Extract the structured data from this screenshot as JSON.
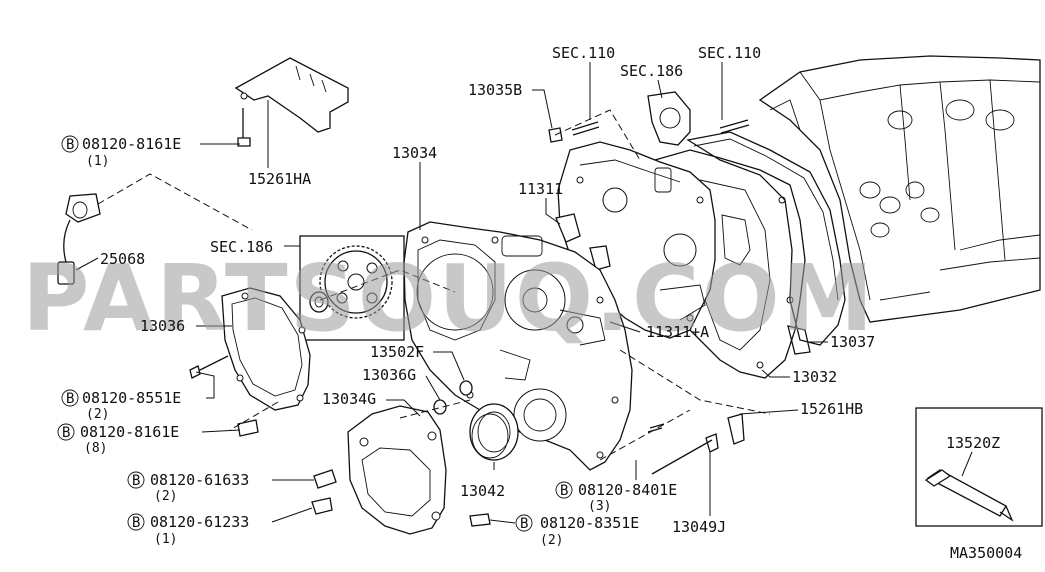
{
  "watermark": "PARTSOUQ.COM",
  "figure_code": "MA350004",
  "labels": {
    "sec110_a": "SEC.110",
    "sec186_a": "SEC.186",
    "sec110_b": "SEC.110",
    "p13035B": "13035B",
    "p13034": "13034",
    "p11311": "11311",
    "p11311A": "11311+A",
    "p15261HA": "15261HA",
    "p25068": "25068",
    "sec186_b": "SEC.186",
    "p13036": "13036",
    "p13502F": "13502F",
    "p13036G": "13036G",
    "p13034G": "13034G",
    "p13037": "13037",
    "p13032": "13032",
    "p15261HB": "15261HB",
    "p13042": "13042",
    "p13049J": "13049J",
    "p13520Z": "13520Z"
  },
  "bolts": [
    {
      "code": "B",
      "part": "08120-8161E",
      "qty": "(1)"
    },
    {
      "code": "B",
      "part": "08120-8551E",
      "qty": "(2)"
    },
    {
      "code": "B",
      "part": "08120-8161E",
      "qty": "(8)"
    },
    {
      "code": "B",
      "part": "08120-61633",
      "qty": "(2)"
    },
    {
      "code": "B",
      "part": "08120-61233",
      "qty": "(1)"
    },
    {
      "code": "B",
      "part": "08120-8401E",
      "qty": "(3)"
    },
    {
      "code": "B",
      "part": "08120-8351E",
      "qty": "(2)"
    }
  ]
}
